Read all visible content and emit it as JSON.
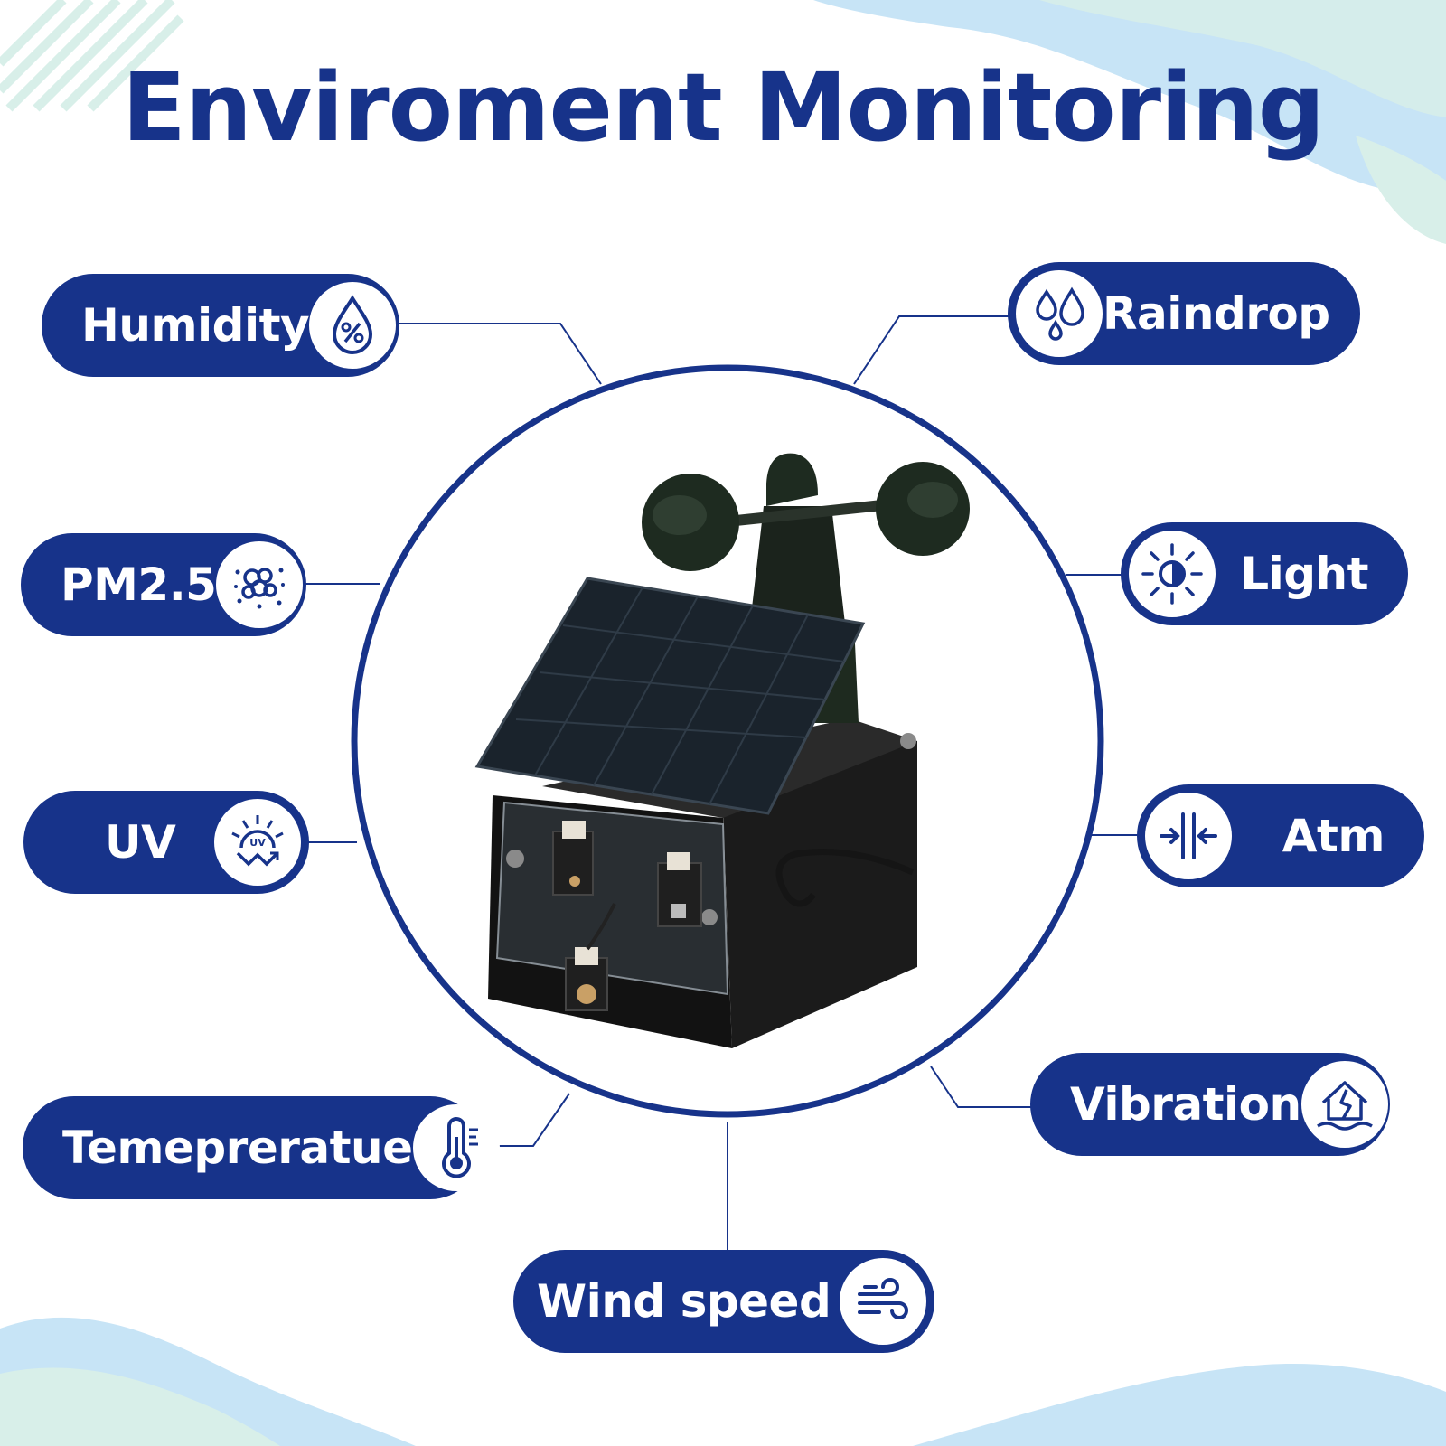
{
  "title": "Enviroment Monitoring",
  "colors": {
    "brand_blue": "#17338a",
    "panel_white": "#ffffff",
    "background_light_blue": "#c7e4f6",
    "background_mint": "#d8efe9"
  },
  "sensors": {
    "humidity": {
      "label": "Humidity",
      "icon": "humidity-drop-percent-icon"
    },
    "pm25": {
      "label": "PM2.5",
      "icon": "particles-icon"
    },
    "uv": {
      "label": "UV",
      "icon": "uv-sun-icon"
    },
    "temperature": {
      "label": "Temepreratue",
      "icon": "thermometer-icon"
    },
    "wind_speed": {
      "label": "Wind speed",
      "icon": "wind-icon"
    },
    "raindrop": {
      "label": "Raindrop",
      "icon": "raindrops-icon"
    },
    "light": {
      "label": "Light",
      "icon": "light-bulb-sun-icon"
    },
    "atm": {
      "label": "Atm",
      "icon": "pressure-arrows-icon"
    },
    "vibration": {
      "label": "Vibration",
      "icon": "earthquake-house-icon"
    }
  },
  "product_image": "weather-station-kit"
}
